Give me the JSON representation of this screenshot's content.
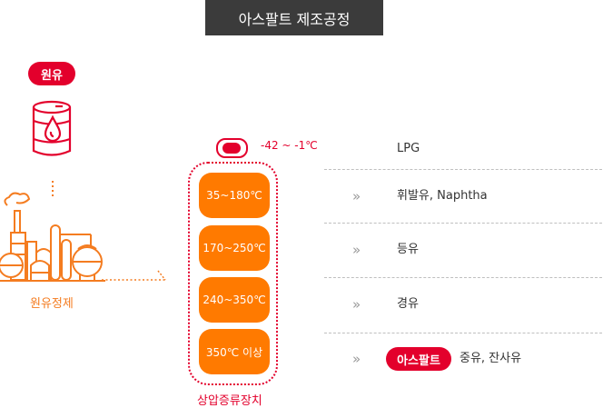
{
  "title": "아스팔트 제조공정",
  "crude_tag": "원유",
  "refining_label": "원유정제",
  "column_label": "상압증류장치",
  "top_temp": "-42 ~ -1℃",
  "temperatures": [
    "35~180℃",
    "170~250℃",
    "240~350℃",
    "350℃ 이상"
  ],
  "products": [
    {
      "label": "LPG"
    },
    {
      "label": "휘발유, Naphtha"
    },
    {
      "label": "등유"
    },
    {
      "label": "경유"
    },
    {
      "badge": "아스팔트",
      "label": "중유, 잔사유"
    }
  ],
  "chevron": "»",
  "colors": {
    "red": "#e3002c",
    "orange": "#ff7a00",
    "refinery_orange": "#f47c20",
    "title_bg": "#3b3b3b"
  },
  "icons": [
    "oil-barrel-icon",
    "refinery-plant-icon",
    "chevron-right-icon"
  ]
}
